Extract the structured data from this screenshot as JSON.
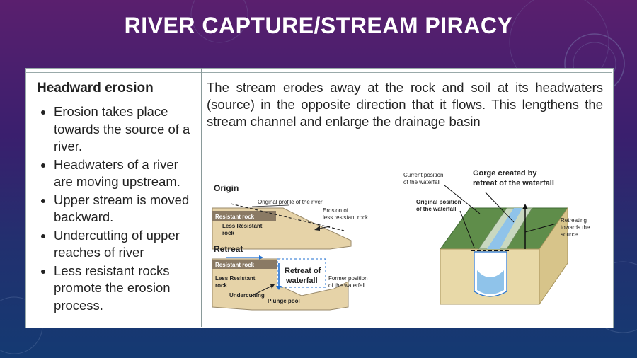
{
  "slide": {
    "title": "RIVER CAPTURE/STREAM PIRACY"
  },
  "left": {
    "heading": "Headward erosion",
    "bullets": [
      "Erosion takes place towards the source of a river.",
      "Headwaters of a river are moving upstream.",
      "Upper stream is moved backward.",
      "Undercutting of upper reaches of river",
      "Less resistant rocks promote the erosion process."
    ]
  },
  "right": {
    "description": "The stream erodes away at the rock and soil at its headwaters (source) in the opposite direction that it flows. This lengthens the stream channel and enlarge the drainage basin"
  },
  "diagram_left": {
    "origin_label": "Origin",
    "original_profile": "Original profile of the river",
    "erosion_label_1": "Erosion of",
    "erosion_label_2": "less resistant rock",
    "resistant_rock": "Resistant rock",
    "less_resistant_1": "Less Resistant",
    "less_resistant_2": "rock",
    "retreat_label": "Retreat",
    "resistant_rock_2": "Resistant rock",
    "less_resistant_3": "Less Resistant",
    "less_resistant_4": "rock",
    "undercutting": "Undercutting",
    "plunge_pool": "Plunge pool",
    "retreat_of_1": "Retreat of",
    "retreat_of_2": "waterfall",
    "former_position_1": "Former position",
    "former_position_2": "of the waterfall",
    "colors": {
      "resistant": "#8a7a64",
      "less_resistant": "#e6d3a8",
      "water": "#1f6fd0"
    }
  },
  "diagram_right": {
    "current_position_1": "Current position",
    "current_position_2": "of the waterfall",
    "gorge_1": "Gorge created by",
    "gorge_2": "retreat of the waterfall",
    "original_position_1": "Original position",
    "original_position_2": "of the waterfall",
    "retreating_1": "Retreating",
    "retreating_2": "towards the",
    "retreating_3": "source",
    "colors": {
      "grass": "#5f8d4a",
      "ground": "#e8d9a8",
      "water": "#8fc3ea"
    }
  }
}
